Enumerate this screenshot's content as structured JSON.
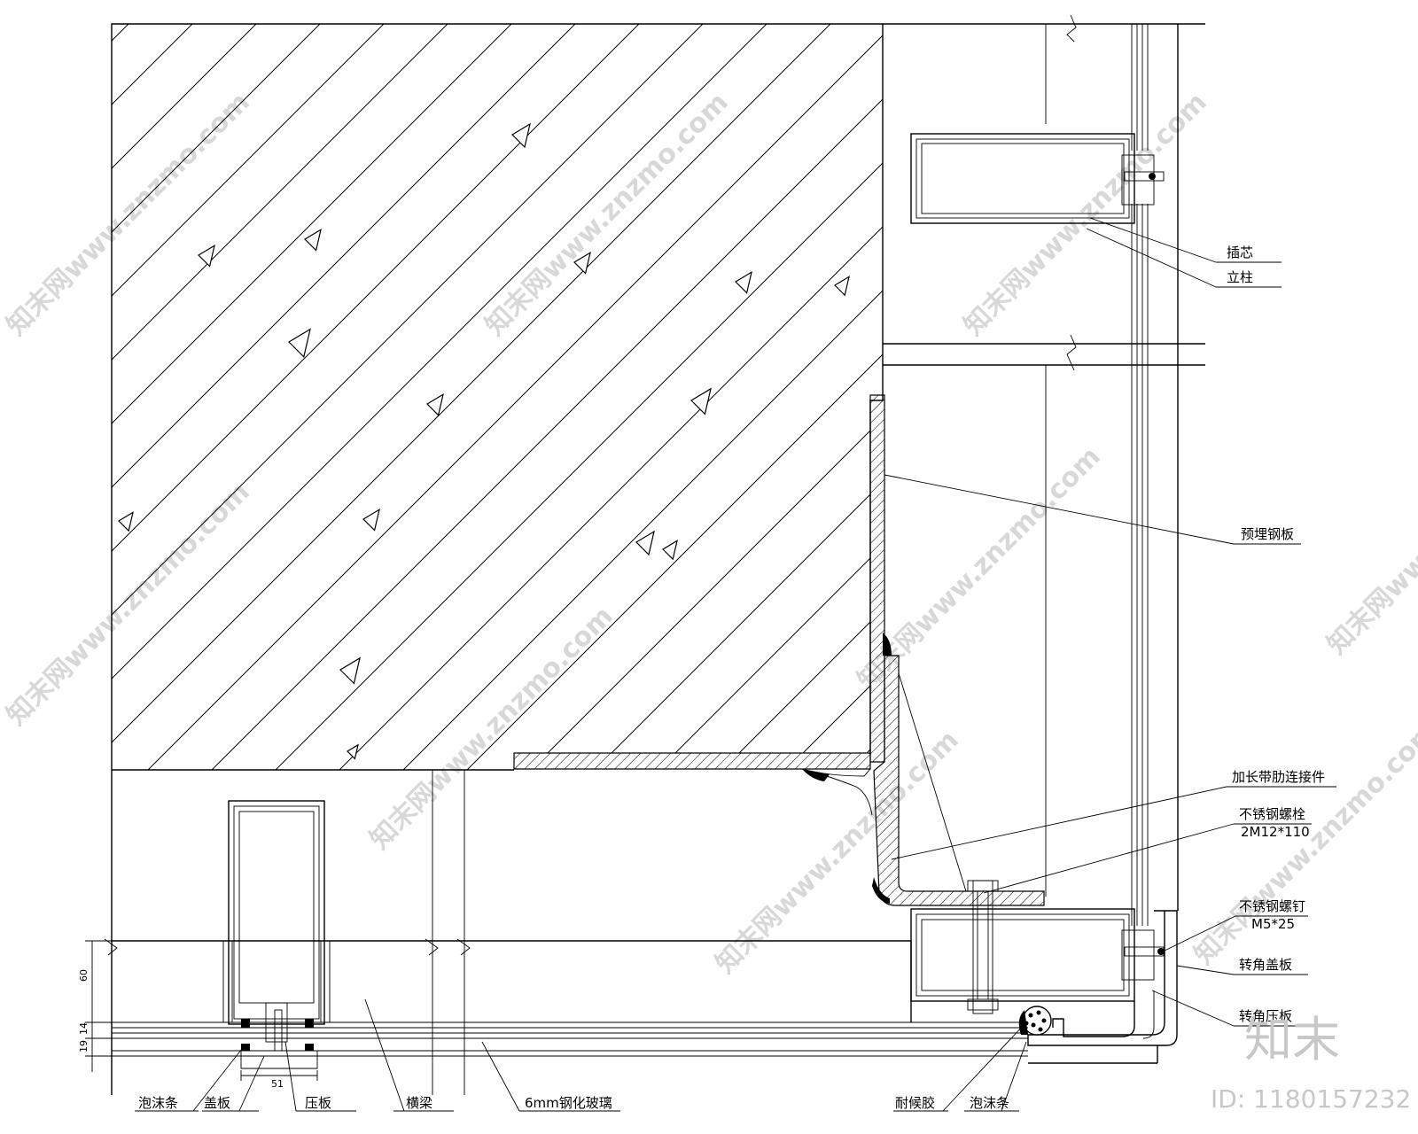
{
  "labels": {
    "chaxin": "插芯",
    "lizhu": "立柱",
    "yumai": "预埋钢板",
    "jiachang": "加长带肋连接件",
    "luoshuan": "不锈钢螺栓",
    "luoshuan_spec": "2M12*110",
    "luoding": "不锈钢螺钉",
    "luoding_spec": "M5*25",
    "zhuanjiao_gaiban": "转角盖板",
    "zhuanjiao_yaban": "转角压板",
    "paomo1": "泡沫条",
    "gaiban": "盖板",
    "yaban": "压板",
    "hengliang": "横梁",
    "boli": "6mm钢化玻璃",
    "naihoujiao": "耐候胶",
    "paomo2": "泡沫条"
  },
  "dimensions": {
    "d60": "60",
    "d14": "14",
    "d19": "19",
    "d51": "51"
  },
  "watermark": {
    "text": "知末网www.znzmo.com",
    "brand": "知末",
    "id": "ID: 1180157232"
  }
}
